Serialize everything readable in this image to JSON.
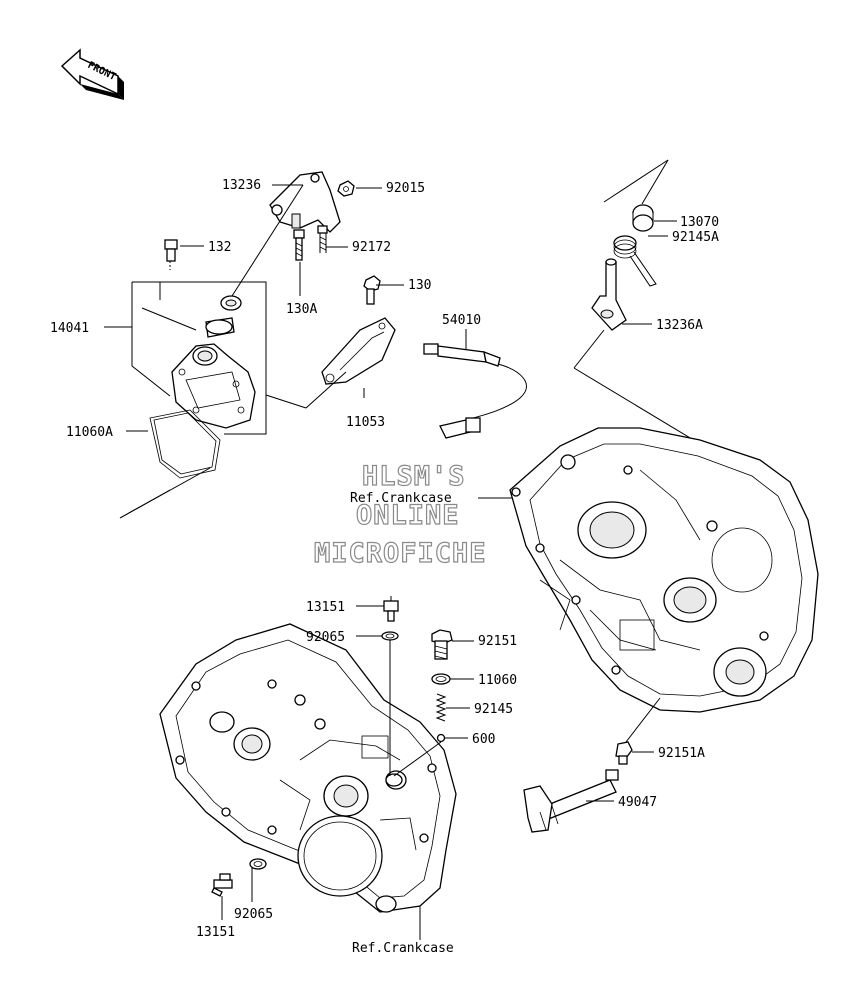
{
  "front_arrow": {
    "label": "FRONT"
  },
  "watermark": {
    "line1": "HLSM'S",
    "line2": "ONLINE",
    "line3": "MICROFICHE"
  },
  "ref": {
    "crankcase_upper": "Ref.Crankcase",
    "crankcase_lower": "Ref.Crankcase"
  },
  "parts": {
    "p13236": "13236",
    "p92015": "92015",
    "p132": "132",
    "p92172": "92172",
    "p130A": "130A",
    "p14041": "14041",
    "p130": "130",
    "p54010": "54010",
    "p11060A": "11060A",
    "p11053": "11053",
    "p13070": "13070",
    "p92145A": "92145A",
    "p13236A": "13236A",
    "p13151a": "13151",
    "p92065a": "92065",
    "p92151": "92151",
    "p11060": "11060",
    "p92145": "92145",
    "p600": "600",
    "p92151A": "92151A",
    "p49047": "49047",
    "p92065b": "92065",
    "p13151b": "13151"
  }
}
